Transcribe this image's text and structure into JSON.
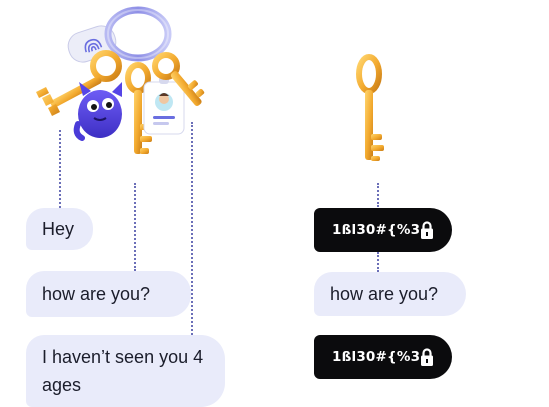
{
  "chat": {
    "messages": [
      {
        "text": "Hey"
      },
      {
        "text": "how are you?"
      },
      {
        "text": "I haven’t seen you 4 ages"
      }
    ]
  },
  "encrypted": {
    "cipher_text": "1ßl30#{%3",
    "plain_text": "how are you?",
    "lock_icon": "lock-icon"
  },
  "illustration": {
    "keychain": "keychain-illustration",
    "single_key": "single-key-illustration"
  },
  "colors": {
    "bubble": "#e9ebfa",
    "cipher_bubble": "#0b0b0d",
    "dotted_line": "#6b6fb8",
    "key_gold": "#f2b23a"
  }
}
